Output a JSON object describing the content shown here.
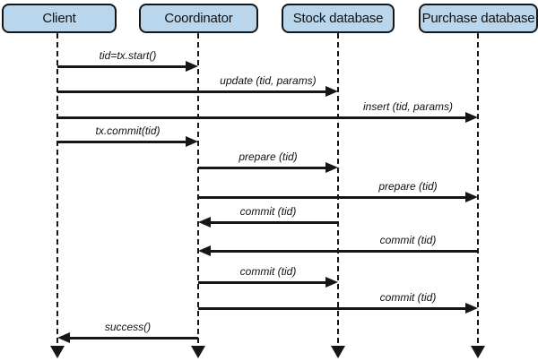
{
  "diagram": {
    "type": "sequence-diagram",
    "participants": [
      {
        "id": "client",
        "label": "Client"
      },
      {
        "id": "coordinator",
        "label": "Coordinator"
      },
      {
        "id": "stock",
        "label": "Stock database"
      },
      {
        "id": "purchase",
        "label": "Purchase database"
      }
    ],
    "messages": [
      {
        "label": "tid=tx.start()",
        "from": "client",
        "to": "coordinator"
      },
      {
        "label": "update (tid, params)",
        "from": "client",
        "to": "stock"
      },
      {
        "label": "insert (tid, params)",
        "from": "client",
        "to": "purchase"
      },
      {
        "label": "tx.commit(tid)",
        "from": "client",
        "to": "coordinator"
      },
      {
        "label": "prepare (tid)",
        "from": "coordinator",
        "to": "stock"
      },
      {
        "label": "prepare (tid)",
        "from": "coordinator",
        "to": "purchase"
      },
      {
        "label": "commit (tid)",
        "from": "stock",
        "to": "coordinator"
      },
      {
        "label": "commit (tid)",
        "from": "purchase",
        "to": "coordinator"
      },
      {
        "label": "commit (tid)",
        "from": "coordinator",
        "to": "stock"
      },
      {
        "label": "commit (tid)",
        "from": "coordinator",
        "to": "purchase"
      },
      {
        "label": "success()",
        "from": "coordinator",
        "to": "client"
      }
    ],
    "colors": {
      "participant_fill": "#b9d6ec",
      "line": "#161616",
      "background": "#ffffff"
    }
  }
}
